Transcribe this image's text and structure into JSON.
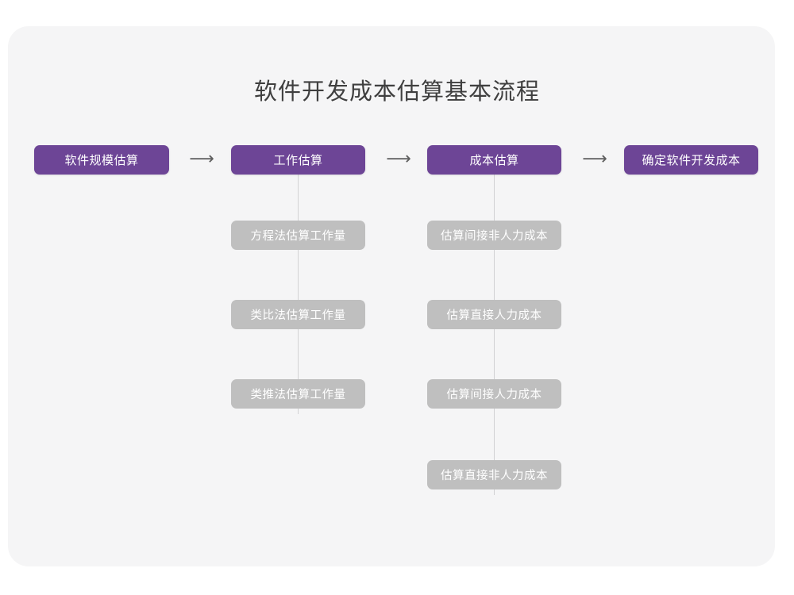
{
  "canvas": {
    "background_color": "#f5f5f6",
    "page_background_color": "#ffffff"
  },
  "title": "软件开发成本估算基本流程",
  "colors": {
    "primary_node": "#6d4596",
    "secondary_node": "#bfbfbf",
    "node_text": "#ffffff",
    "title_text": "#3f3f3f",
    "connector": "#d2d2d4",
    "arrow": "#5e5e5e"
  },
  "chart_data": {
    "type": "diagram",
    "title": "软件开发成本估算基本流程",
    "orientation": "left-to-right main flow with vertical sub-item branches",
    "main_flow": [
      {
        "id": "stage1",
        "label": "软件规模估算",
        "level": "primary"
      },
      {
        "id": "stage2",
        "label": "工作估算",
        "level": "primary"
      },
      {
        "id": "stage3",
        "label": "成本估算",
        "level": "primary"
      },
      {
        "id": "stage4",
        "label": "确定软件开发成本",
        "level": "primary"
      }
    ],
    "arrows": [
      {
        "from": "stage1",
        "to": "stage2",
        "glyph": "⟶"
      },
      {
        "from": "stage2",
        "to": "stage3",
        "glyph": "⟶"
      },
      {
        "from": "stage3",
        "to": "stage4",
        "glyph": "⟶"
      }
    ],
    "branches": [
      {
        "parent": "stage2",
        "parent_label": "工作估算",
        "children": [
          "方程法估算工作量",
          "类比法估算工作量",
          "类推法估算工作量"
        ]
      },
      {
        "parent": "stage3",
        "parent_label": "成本估算",
        "children": [
          "估算间接非人力成本",
          "估算直接人力成本",
          "估算间接人力成本",
          "估算直接非人力成本"
        ]
      }
    ]
  },
  "nodes": {
    "stage1": "软件规模估算",
    "stage2": "工作估算",
    "stage3": "成本估算",
    "stage4": "确定软件开发成本",
    "work_1": "方程法估算工作量",
    "work_2": "类比法估算工作量",
    "work_3": "类推法估算工作量",
    "cost_1": "估算间接非人力成本",
    "cost_2": "估算直接人力成本",
    "cost_3": "估算间接人力成本",
    "cost_4": "估算直接非人力成本"
  },
  "arrow_glyph": "⟶"
}
